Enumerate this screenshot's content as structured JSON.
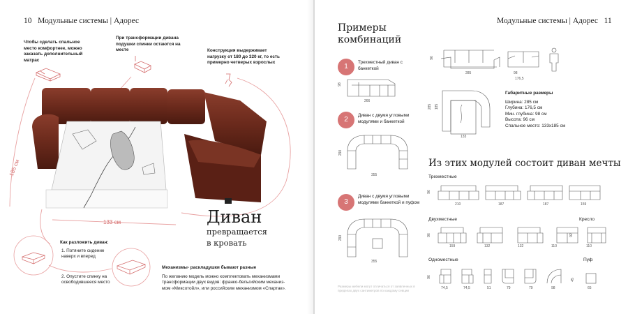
{
  "left_page": {
    "header": {
      "page_number": "10",
      "title": "Модульные системы | Адорес"
    },
    "notes": {
      "mattress": "Чтобы сделать спальное место комфортнее, можно заказать дополнительный матрас",
      "cushions": "При трансформации дивана подушки спинки остаются на месте",
      "load": "Конструкция выдерживает нагрузку от 180 до 320 кг, то есть примерно четверых взрослых"
    },
    "dimensions": {
      "length": "185 см",
      "width": "133 см"
    },
    "headline": {
      "line1": "Диван",
      "line2": "превращается",
      "line3": "в кровать"
    },
    "unfold": {
      "title": "Как разложить диван:",
      "step1": "1. Потяните сидение наверх и вперед",
      "step2": "2. Опустите спинку на освободившееся место"
    },
    "mechanisms": {
      "title": "Механизмы- раскладушки бывают разные",
      "text": "По желанию модель можно комплектовать механизмами трансформации двух видов: франко-бельгийским механиз-мом «Миксотойл», или российским механизмом «Спартак»."
    }
  },
  "right_page": {
    "header": {
      "title": "Модульные системы | Адорес",
      "page_number": "11"
    },
    "examples_title": {
      "line1": "Примеры",
      "line2": "комбинаций"
    },
    "combinations": [
      {
        "number": "1",
        "label": "Трехместный диван с банкеткой",
        "height": "98",
        "width": "266"
      },
      {
        "number": "2",
        "label": "Диван с двумя угловыми модулями и банкеткой",
        "height": "290",
        "width": "355"
      },
      {
        "number": "3",
        "label": "Диван с двумя угловыми модулями банкеткой и пуфом",
        "height": "290",
        "width": "355"
      }
    ],
    "front_view": {
      "height": "96",
      "width": "285",
      "side_width": "98",
      "side_depth": "176,5"
    },
    "top_view": {
      "depth": "285",
      "bed_length": "185",
      "bed_width": "133"
    },
    "overall": {
      "title": "Габаритные размеры",
      "rows": [
        "Ширина: 285 см",
        "Глубина: 176,5 см",
        "Мин. глубина: 98 см",
        "Высота: 96 см",
        "Спальное место: 133х185 см"
      ]
    },
    "modules_title": "Из этих модулей состоит диван мечты",
    "three_seat": {
      "label": "Трехместные",
      "height": "96",
      "widths": [
        "210",
        "187",
        "187",
        "159"
      ]
    },
    "two_seat": {
      "label": "Двухместные",
      "height": "96",
      "widths": [
        "159",
        "132",
        "132",
        "110"
      ]
    },
    "armchair": {
      "label": "Кресло",
      "height": "92",
      "width": "110"
    },
    "single": {
      "label": "Одноместные",
      "height": "96",
      "widths": [
        "74,5",
        "74,5",
        "51",
        "79",
        "79",
        "98"
      ]
    },
    "pouf": {
      "label": "Пуф",
      "height": "45",
      "width": "65"
    },
    "disclaimer": "Размеры мебели могут отличаться от заявленных в пределах двух сантиметров по каждому севции"
  },
  "colors": {
    "accent": "#d77575",
    "sofa": "#6b2a1c",
    "line": "#555555"
  }
}
